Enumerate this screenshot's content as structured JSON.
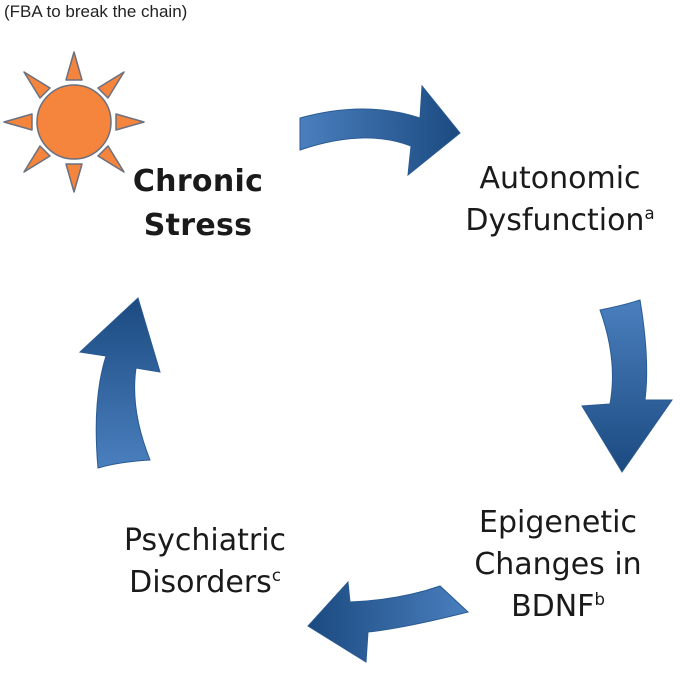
{
  "caption": "(FBA to break the chain)",
  "nodes": {
    "stress": {
      "line1": "Chronic",
      "line2": "Stress"
    },
    "autonomic": {
      "line1": "Autonomic",
      "line2": "Dysfunction",
      "sup2": "a"
    },
    "epigenetic": {
      "line1": "Epigenetic",
      "line2": "Changes in",
      "line3": "BDNF",
      "sup3": "b"
    },
    "psychiatric": {
      "line1": "Psychiatric",
      "line2": "Disorders",
      "sup2": "c"
    }
  },
  "colors": {
    "sun_fill": "#f5843c",
    "sun_stroke": "#6b7080",
    "arrow_light": "#3a6fb0",
    "arrow_dark": "#173f6e"
  }
}
